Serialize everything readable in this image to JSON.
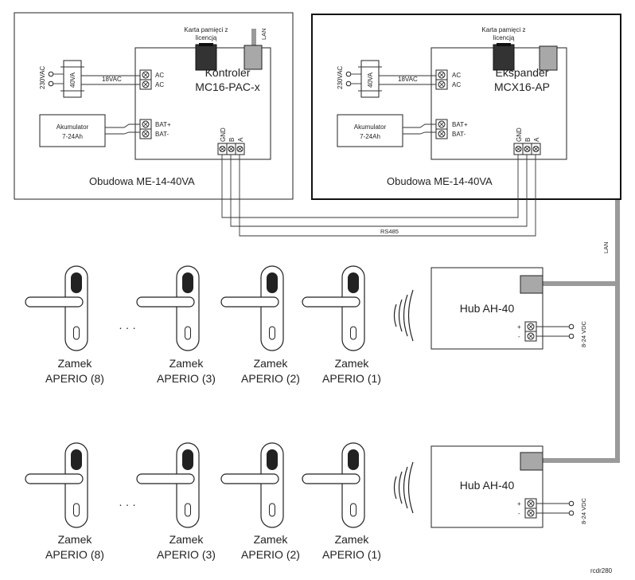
{
  "enclosures": [
    {
      "label": "Obudowa ME-14-40VA",
      "device_line1": "Kontroler",
      "device_line2": "MC16-PAC-x",
      "card_label_1": "Karta pamięci z",
      "card_label_2": "licencją",
      "lan_label": "LAN",
      "voltage_in": "230VAC",
      "transformer": "40VA",
      "voltage_out": "18VAC",
      "ac1": "AC",
      "ac2": "AC",
      "battery_1": "Akumulator",
      "battery_2": "7-24Ah",
      "bat_plus": "BAT+",
      "bat_minus": "BAT-",
      "gnd": "GND",
      "b": "B",
      "a": "A"
    },
    {
      "label": "Obudowa ME-14-40VA",
      "device_line1": "Ekspander",
      "device_line2": "MCX16-AP",
      "card_label_1": "Karta pamięci z",
      "card_label_2": "licencją",
      "voltage_in": "230VAC",
      "transformer": "40VA",
      "voltage_out": "18VAC",
      "ac1": "AC",
      "ac2": "AC",
      "battery_1": "Akumulator",
      "battery_2": "7-24Ah",
      "bat_plus": "BAT+",
      "bat_minus": "BAT-",
      "gnd": "GND",
      "b": "B",
      "a": "A"
    }
  ],
  "bus_label": "RS485",
  "lan_link_label": "LAN",
  "hubs": [
    {
      "label": "Hub AH-40",
      "plus": "+",
      "minus": "-",
      "power": "8-24 VDC"
    },
    {
      "label": "Hub AH-40",
      "plus": "+",
      "minus": "-",
      "power": "8-24 VDC"
    }
  ],
  "locks": [
    {
      "line1": "Zamek",
      "line2": "APERIO (8)"
    },
    {
      "line1": "Zamek",
      "line2": "APERIO (3)"
    },
    {
      "line1": "Zamek",
      "line2": "APERIO (2)"
    },
    {
      "line1": "Zamek",
      "line2": "APERIO (1)"
    }
  ],
  "ellipsis": "· · ·",
  "credit": "rcdr280",
  "colors": {
    "line": "#222222",
    "lan_cable": "#9a9a9a",
    "card": "#333333",
    "lan_port": "#a8a8a8"
  }
}
